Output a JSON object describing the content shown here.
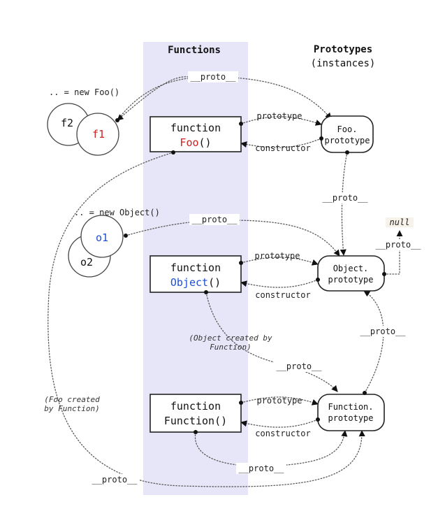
{
  "headers": {
    "functions": "Functions",
    "prototypes_line1": "Prototypes",
    "prototypes_line2": "(instances)"
  },
  "labels": {
    "new_foo": ".. = new Foo()",
    "new_object": ".. = new Object()",
    "proto": "__proto__",
    "prototype": "prototype",
    "constructor": "constructor",
    "null": "null"
  },
  "instances": {
    "f1": "f1",
    "f2": "f2",
    "o1": "o1",
    "o2": "o2"
  },
  "functions": {
    "foo": {
      "keyword": "function",
      "name": "Foo",
      "parens": "()"
    },
    "object": {
      "keyword": "function",
      "name": "Object",
      "parens": "()"
    },
    "function": {
      "keyword": "function",
      "name": "Function()"
    }
  },
  "prototypes": {
    "foo": {
      "line1": "Foo.",
      "line2": "prototype"
    },
    "object": {
      "line1": "Object.",
      "line2": "prototype"
    },
    "function": {
      "line1": "Function.",
      "line2": "prototype"
    }
  },
  "notes": {
    "object_created_line1": "(Object created by",
    "object_created_line2": "Function)",
    "foo_created_line1": "(Foo created",
    "foo_created_line2": "by Function)"
  },
  "colors": {
    "band": "#e6e6f8",
    "red": "#d21f1f",
    "blue": "#1f4fd2"
  }
}
